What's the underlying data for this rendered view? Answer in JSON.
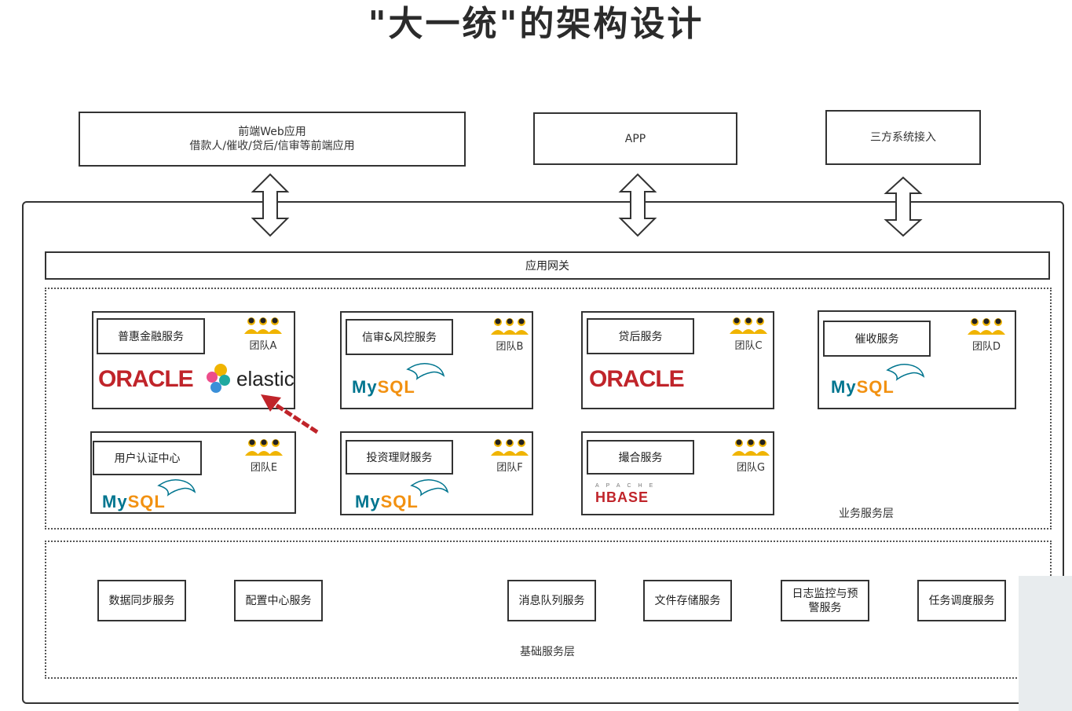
{
  "title": "\"大一统\"的架构设计",
  "clients": {
    "web_line1": "前端Web应用",
    "web_line2": "借款人/催收/贷后/信审等前端应用",
    "app": "APP",
    "third_party": "三方系统接入"
  },
  "gateway": "应用网关",
  "business_layer_label": "业务服务层",
  "base_layer_label": "基础服务层",
  "services": [
    {
      "name": "普惠金融服务",
      "team": "团队A",
      "db": [
        "ORACLE",
        "elastic"
      ]
    },
    {
      "name": "信审&风控服务",
      "team": "团队B",
      "db": [
        "MySQL"
      ]
    },
    {
      "name": "贷后服务",
      "team": "团队C",
      "db": [
        "ORACLE"
      ]
    },
    {
      "name": "催收服务",
      "team": "团队D",
      "db": [
        "MySQL"
      ]
    },
    {
      "name": "用户认证中心",
      "team": "团队E",
      "db": [
        "MySQL"
      ]
    },
    {
      "name": "投资理财服务",
      "team": "团队F",
      "db": [
        "MySQL"
      ]
    },
    {
      "name": "撮合服务",
      "team": "团队G",
      "db": [
        "HBASE"
      ]
    }
  ],
  "logos": {
    "oracle": "ORACLE",
    "mysql_my": "My",
    "mysql_sql": "SQL",
    "elastic": "elastic",
    "hbase": "HBASE",
    "hbase_apache": "APACHE"
  },
  "base_services": [
    "数据同步服务",
    "配置中心服务",
    "消息队列服务",
    "文件存储服务",
    "日志监控与预",
    "警服务",
    "任务调度服务"
  ],
  "colors": {
    "oracle_red": "#c0242a",
    "mysql_blue": "#00758f",
    "mysql_orange": "#f29111",
    "team_gold": "#f0b400",
    "pointer_red": "#c0242a"
  },
  "icons": [
    "team-icon",
    "double-arrow-icon",
    "red-arrow-icon",
    "elastic-logo-icon",
    "dolphin-icon"
  ]
}
